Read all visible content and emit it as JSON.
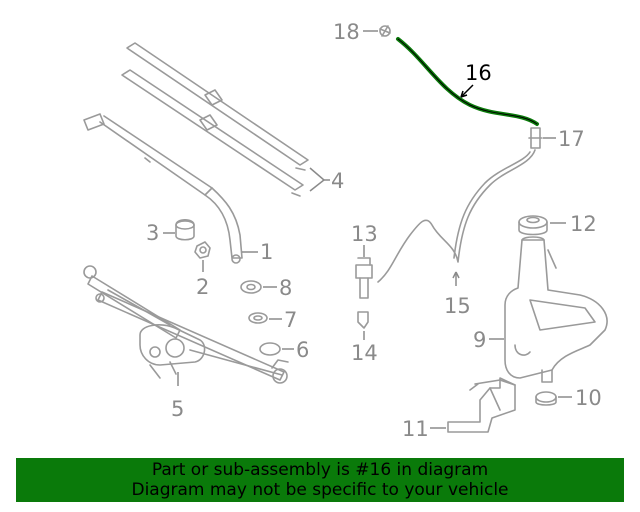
{
  "diagram": {
    "highlighted_part": "16",
    "highlight_color": "#0a7a0a",
    "callouts": [
      "1",
      "2",
      "3",
      "4",
      "5",
      "6",
      "7",
      "8",
      "9",
      "10",
      "11",
      "12",
      "13",
      "14",
      "15",
      "16",
      "17",
      "18"
    ]
  },
  "banner": {
    "line1": "Part or sub-assembly is #16 in diagram",
    "line2": "Diagram may not be specific to your vehicle",
    "background": "#0a7a0a"
  }
}
